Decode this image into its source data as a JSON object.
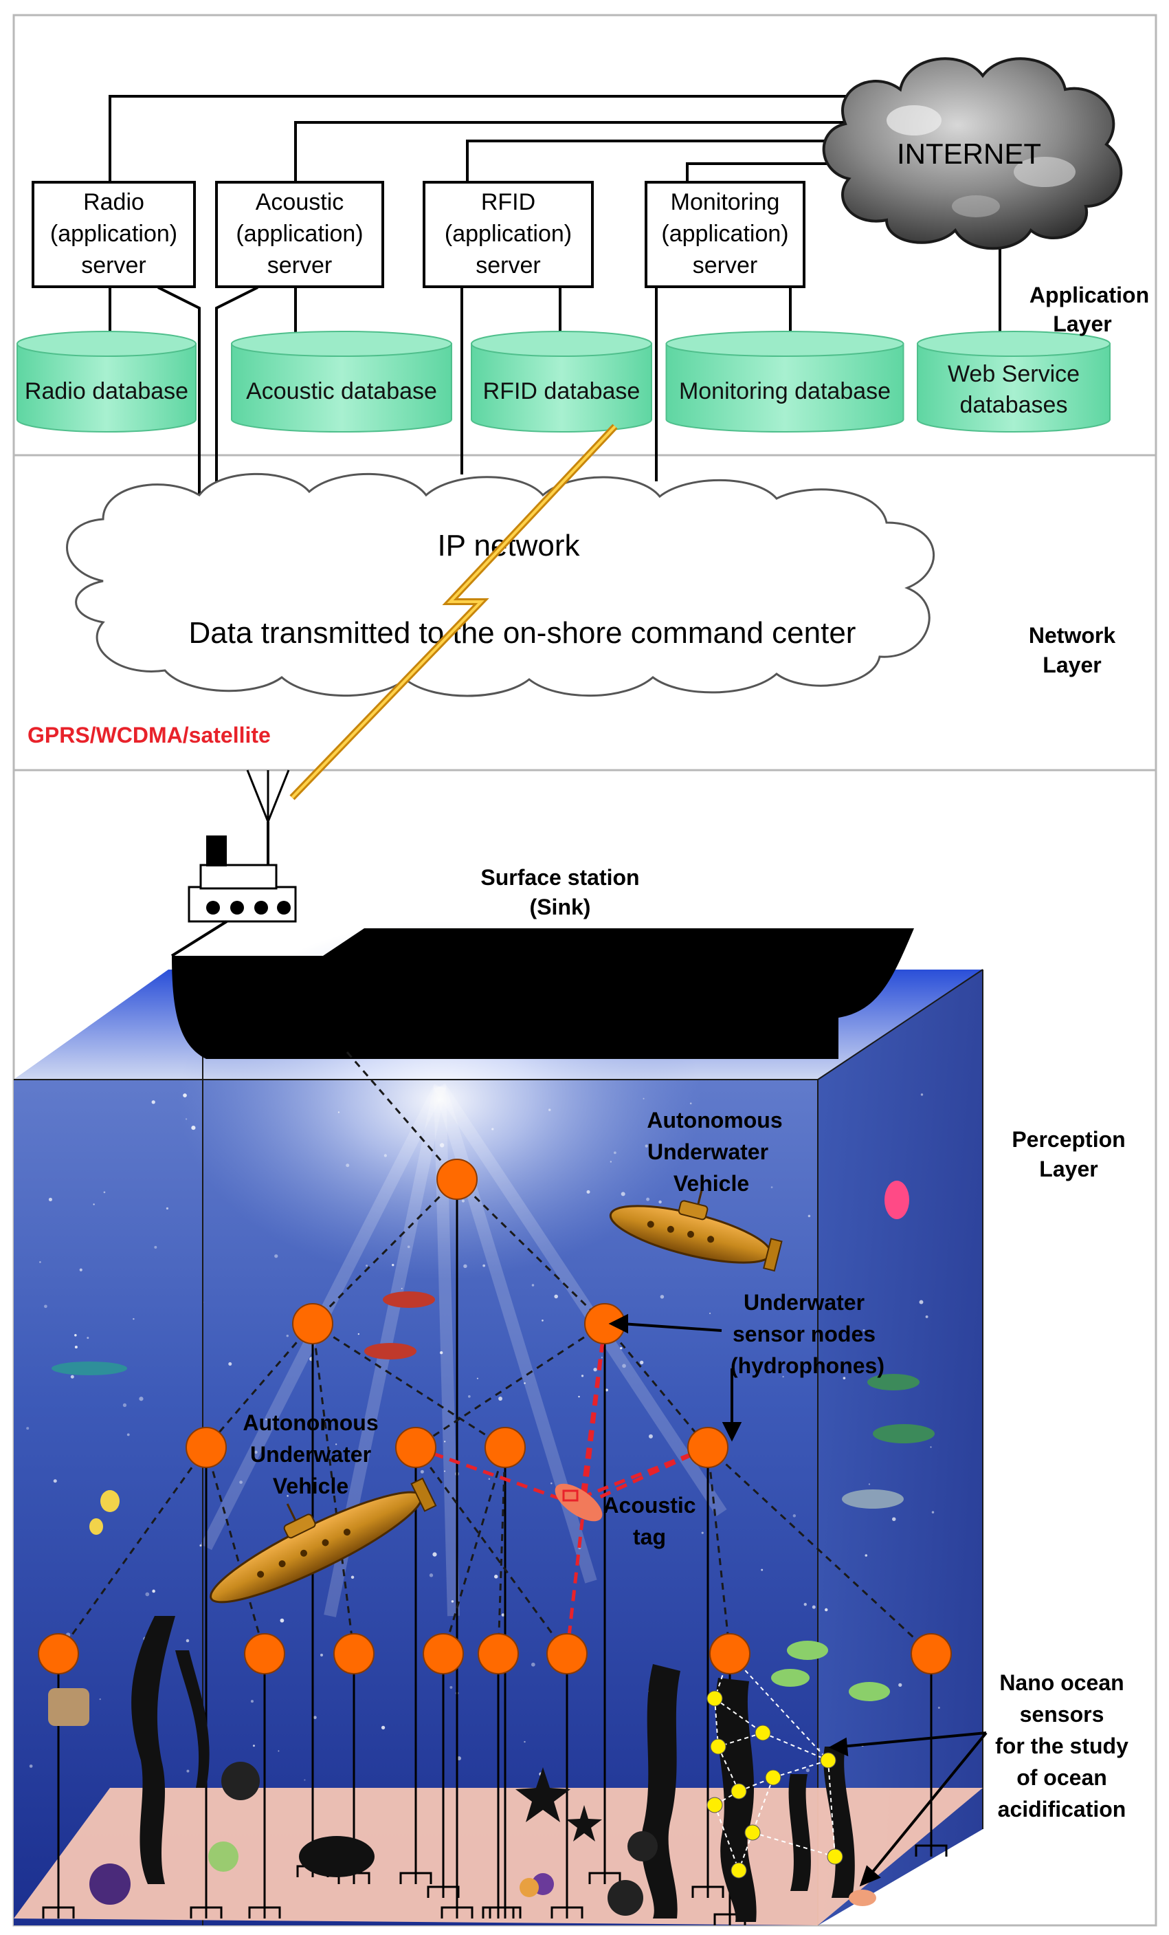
{
  "application_layer": {
    "layer_label_line1": "Application",
    "layer_label_line2": "Layer",
    "internet_label": "INTERNET",
    "servers": [
      {
        "line1": "Radio",
        "line2": "(application)",
        "line3": "server"
      },
      {
        "line1": "Acoustic",
        "line2": "(application)",
        "line3": "server"
      },
      {
        "line1": "RFID",
        "line2": "(application)",
        "line3": "server"
      },
      {
        "line1": "Monitoring",
        "line2": "(application)",
        "line3": "server"
      }
    ],
    "databases": [
      {
        "line1": "Radio database",
        "line2": ""
      },
      {
        "line1": "Acoustic database",
        "line2": ""
      },
      {
        "line1": "RFID database",
        "line2": ""
      },
      {
        "line1": "Monitoring database",
        "line2": ""
      },
      {
        "line1": "Web Service",
        "line2": "databases"
      }
    ]
  },
  "network_layer": {
    "layer_label_line1": "Network",
    "layer_label_line2": "Layer",
    "cloud_title": "IP network",
    "cloud_subtitle": "Data transmitted to the on-shore command center",
    "link_label": "GPRS/WCDMA/satellite"
  },
  "perception_layer": {
    "layer_label_line1": "Perception",
    "layer_label_line2": "Layer",
    "surface_station_line1": "Surface station",
    "surface_station_line2": "(Sink)",
    "auv_top": [
      "Autonomous",
      "Underwater",
      "Vehicle"
    ],
    "auv_left": [
      "Autonomous",
      "Underwater",
      "Vehicle"
    ],
    "sensor_nodes": [
      "Underwater",
      "sensor nodes",
      "(hydrophones)"
    ],
    "acoustic_tag": [
      "Acoustic",
      "tag"
    ],
    "nano_sensors": [
      "Nano ocean",
      "sensors",
      "for the study",
      "of ocean",
      "acidification"
    ]
  },
  "colors": {
    "database_fill": "#7ce3b8",
    "node_fill": "#ff6a00",
    "link_red": "#e8222a",
    "lightning": "#e0a020",
    "ocean_top": "#5a76c8",
    "ocean_bottom": "#1b2f8f",
    "seabed": "#f6c5b4",
    "nano_yellow": "#ffee00"
  }
}
